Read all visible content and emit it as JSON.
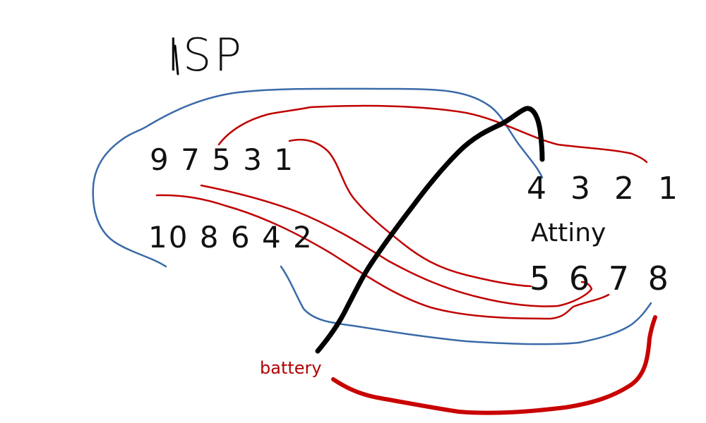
{
  "isp": {
    "title": "ISP",
    "top_row": "9 7 5 3 1",
    "bottom_row": "10 8 6 4 2"
  },
  "attiny": {
    "top_row": "4 3 2 1",
    "name": "Attiny",
    "bottom_row": "5 6 7 8"
  },
  "battery": {
    "label": "battery"
  },
  "colors": {
    "blue_wire": "#3a6aa8",
    "red_wire": "#c00000",
    "black_wire": "#000000",
    "battery_wire": "#c80000",
    "battery_label": "#b00000"
  }
}
